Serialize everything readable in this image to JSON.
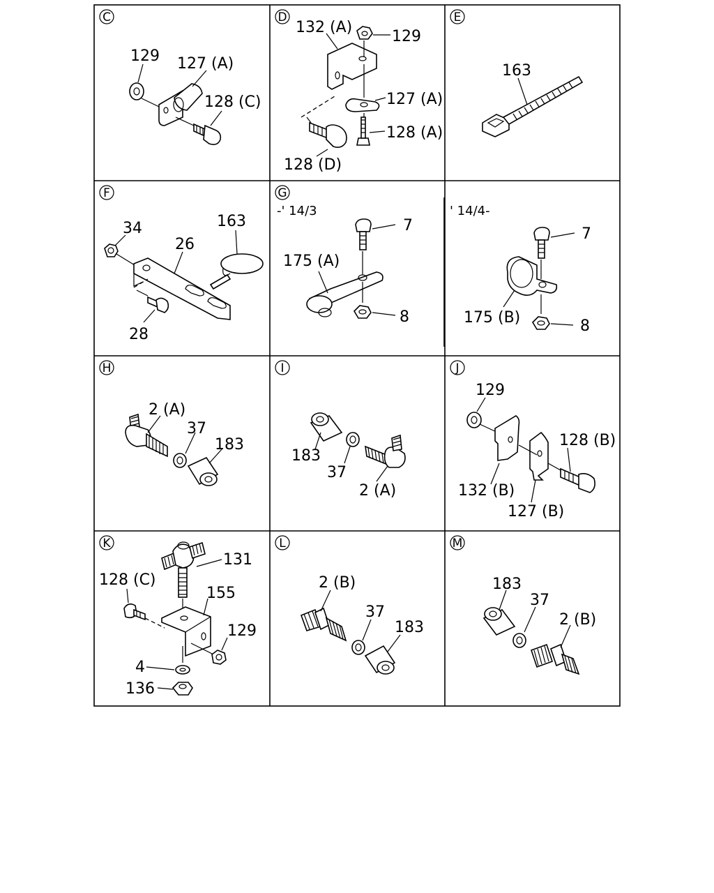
{
  "panels": {
    "C": {
      "letter": "C",
      "labels": {
        "p129": "129",
        "p127a": "127 (A)",
        "p128c": "128 (C)"
      }
    },
    "D": {
      "letter": "D",
      "labels": {
        "p132a": "132 (A)",
        "p129": "129",
        "p127a": "127 (A)",
        "p128a": "128 (A)",
        "p128d": "128 (D)"
      }
    },
    "E": {
      "letter": "E",
      "labels": {
        "p163": "163"
      }
    },
    "F": {
      "letter": "F",
      "labels": {
        "p34": "34",
        "p26": "26",
        "p163": "163",
        "p28": "28"
      }
    },
    "G": {
      "letter": "G",
      "left_caption": "-' 14/3",
      "right_caption": "' 14/4-",
      "labels": {
        "p7a": "7",
        "p175a": "175 (A)",
        "p8a": "8",
        "p7b": "7",
        "p175b": "175 (B)",
        "p8b": "8"
      }
    },
    "H": {
      "letter": "H",
      "labels": {
        "p2a": "2 (A)",
        "p37": "37",
        "p183": "183"
      }
    },
    "I": {
      "letter": "I",
      "labels": {
        "p183": "183",
        "p37": "37",
        "p2a": "2 (A)"
      }
    },
    "J": {
      "letter": "J",
      "labels": {
        "p129": "129",
        "p128b": "128 (B)",
        "p132b": "132 (B)",
        "p127b": "127 (B)"
      }
    },
    "K": {
      "letter": "K",
      "labels": {
        "p131": "131",
        "p128c": "128 (C)",
        "p155": "155",
        "p129": "129",
        "p4": "4",
        "p136": "136"
      }
    },
    "L": {
      "letter": "L",
      "labels": {
        "p2b": "2 (B)",
        "p37": "37",
        "p183": "183"
      }
    },
    "M": {
      "letter": "M",
      "labels": {
        "p183": "183",
        "p37": "37",
        "p2b": "2 (B)"
      }
    }
  }
}
